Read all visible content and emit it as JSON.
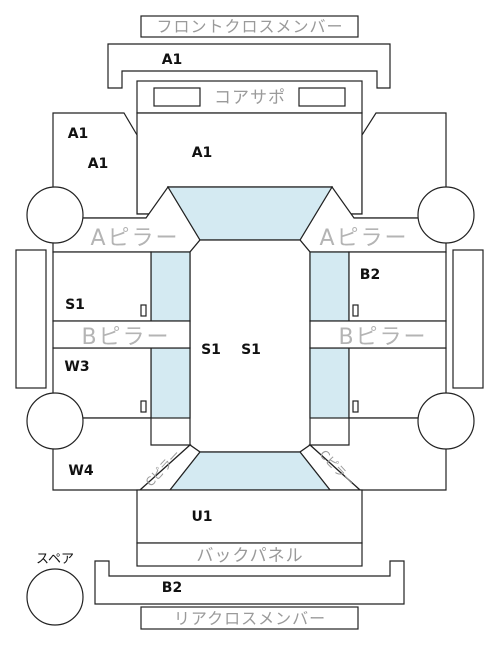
{
  "colors": {
    "line": "#222222",
    "glass": "#d4eaf2",
    "label_gray": "#9a9a9a",
    "pillar_gray": "#b4b4b4"
  },
  "labels": {
    "front_cross_member": "フロントクロスメンバー",
    "core_support": "コアサポ",
    "a_pillar_left": "Aピラー",
    "a_pillar_right": "Aピラー",
    "b_pillar_left": "Bピラー",
    "b_pillar_right": "Bピラー",
    "back_panel": "バックパネル",
    "rear_cross_member": "リアクロスメンバー",
    "c_pillar_left": "Cピラー",
    "c_pillar_right": "Cピラー",
    "spare": "スペア"
  },
  "codes": {
    "front_cross_member": "A1",
    "front_fender_left_1": "A1",
    "front_fender_left_2": "A1",
    "hood": "A1",
    "roof_left": "S1",
    "roof_right": "S1",
    "front_door_right": "B2",
    "front_door_left": "S1",
    "rear_door_left": "W3",
    "rear_quarter_left": "W4",
    "trunk": "U1",
    "rear_cross_member": "B2"
  }
}
